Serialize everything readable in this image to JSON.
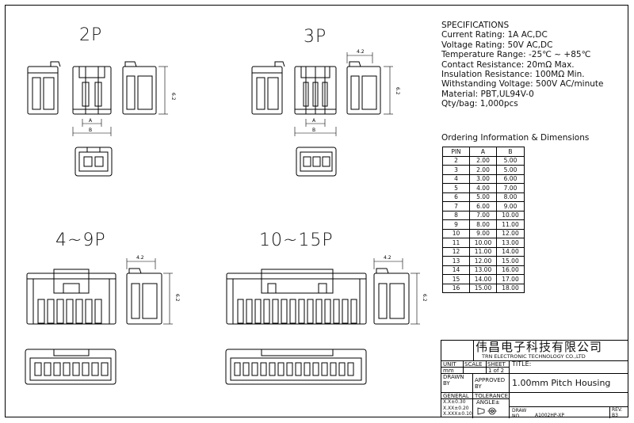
{
  "views": {
    "v2p": "2P",
    "v3p": "3P",
    "v4_9p": "4~9P",
    "v10_15p": "10~15P"
  },
  "dims": {
    "a": "A",
    "b": "B",
    "h": "6.2",
    "w": "4.2"
  },
  "specs": {
    "title": "SPECIFICATIONS",
    "lines": [
      "Current Rating: 1A AC,DC",
      "Voltage Rating: 50V AC,DC",
      "Temperature Range: -25℃ ~ +85℃",
      "Contact Resistance: 20mΩ Max.",
      "Insulation Resistance: 100MΩ Min.",
      "Withstanding Voltage: 500V AC/minute",
      "Material: PBT,UL94V-0",
      "Qty/bag: 1,000pcs"
    ]
  },
  "ordering": {
    "title": "Ordering Information & Dimensions",
    "headers": [
      "PIN",
      "A",
      "B"
    ],
    "rows": [
      [
        "2",
        "2.00",
        "5.00"
      ],
      [
        "3",
        "2.00",
        "5.00"
      ],
      [
        "4",
        "3.00",
        "6.00"
      ],
      [
        "5",
        "4.00",
        "7.00"
      ],
      [
        "6",
        "5.00",
        "8.00"
      ],
      [
        "7",
        "6.00",
        "9.00"
      ],
      [
        "8",
        "7.00",
        "10.00"
      ],
      [
        "9",
        "8.00",
        "11.00"
      ],
      [
        "10",
        "9.00",
        "12.00"
      ],
      [
        "11",
        "10.00",
        "13.00"
      ],
      [
        "12",
        "11.00",
        "14.00"
      ],
      [
        "13",
        "12.00",
        "15.00"
      ],
      [
        "14",
        "13.00",
        "16.00"
      ],
      [
        "15",
        "14.00",
        "17.00"
      ],
      [
        "16",
        "15.00",
        "18.00"
      ]
    ]
  },
  "titleblock": {
    "company_cn": "伟昌电子科技有限公司",
    "company_en": "TRN ELECTRONIC TECHNOLOGY CO.,LTD",
    "unit_label": "UNIT",
    "scale_label": "SCALE",
    "sheet_label": "SHEET",
    "title_label": "TITLE:",
    "unit_value": "mm",
    "sheet_value": "1 of 2",
    "drawn_by": "DRAWN BY",
    "approved_by": "APPROVED BY",
    "title_value": "1.00mm Pitch Housing",
    "general": "GENERAL",
    "tolerance": "TOLERANCE",
    "angle": "ANGLE±",
    "tol1": "X.X±0.30",
    "tol2": "X.XX±0.20",
    "tol3": "X.XXX±0.10",
    "draw_no_label": "DRAW NO.",
    "draw_no_value": "A1002HP-XP",
    "rev_label": "REV.",
    "rev_value": "B3"
  }
}
